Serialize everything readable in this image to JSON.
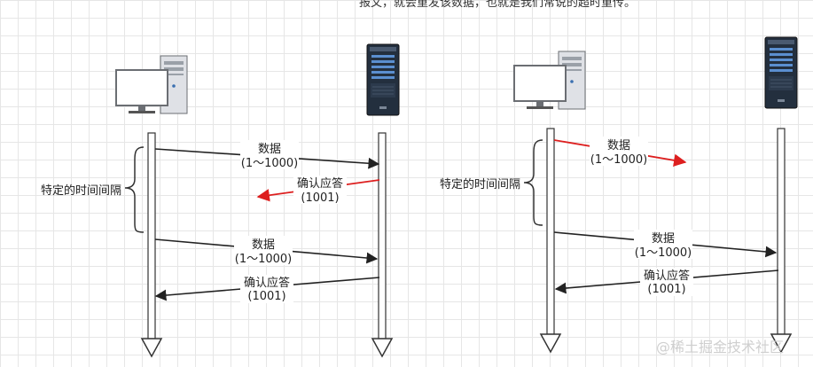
{
  "header_text": "报文，就会重发该数据，也就是我们常说的超时重传。",
  "watermark": "@稀土掘金技术社区",
  "left_diagram": {
    "interval_label": "特定的时间间隔",
    "msg1": {
      "line1": "数据",
      "line2": "(1～1000)"
    },
    "ack1": {
      "line1": "确认应答",
      "line2": "(1001)"
    },
    "msg2": {
      "line1": "数据",
      "line2": "(1～1000)"
    },
    "ack2": {
      "line1": "确认应答",
      "line2": "(1001)"
    }
  },
  "right_diagram": {
    "interval_label": "特定的时间间隔",
    "msg1": {
      "line1": "数据",
      "line2": "(1～1000)"
    },
    "msg2": {
      "line1": "数据",
      "line2": "(1～1000)"
    },
    "ack2": {
      "line1": "确认应答",
      "line2": "(1001)"
    }
  },
  "colors": {
    "lost": "#dd1f1f",
    "normal": "#222222"
  },
  "icons": [
    "desktop-computer-icon",
    "server-rack-icon"
  ]
}
